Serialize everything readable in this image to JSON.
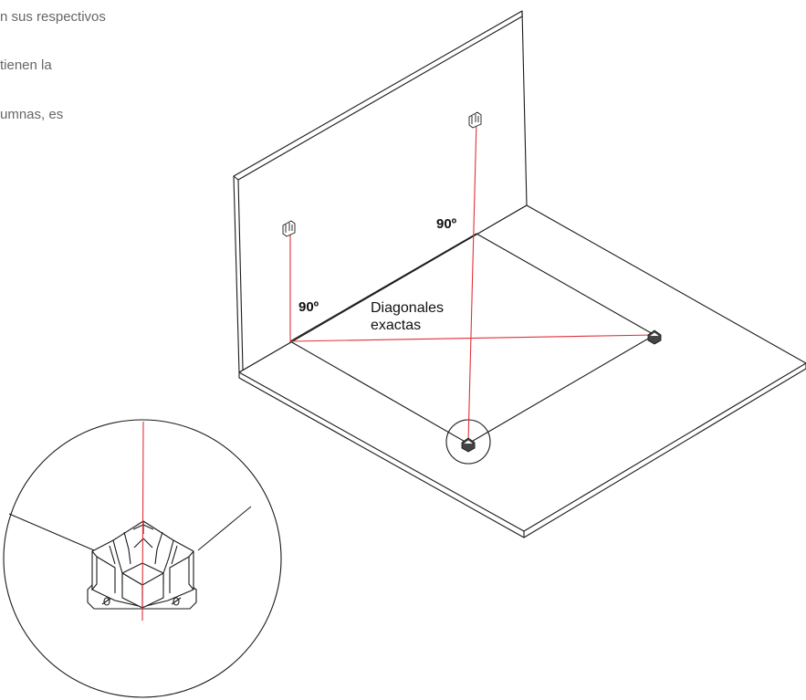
{
  "text_fragments": [
    "n sus respectivos",
    "tienen la",
    "umnas, es"
  ],
  "labels": {
    "angle_left": "90º",
    "angle_right": "90º",
    "diagonals_line1": "Diagonales",
    "diagonals_line2": "exactas"
  },
  "colors": {
    "line": "#1a1a1a",
    "laser": "#e0303a",
    "text": "#111111",
    "fragment_text": "#666666"
  },
  "icons": [
    "wall-bracket-icon",
    "floor-base-icon",
    "magnifier-callout"
  ]
}
